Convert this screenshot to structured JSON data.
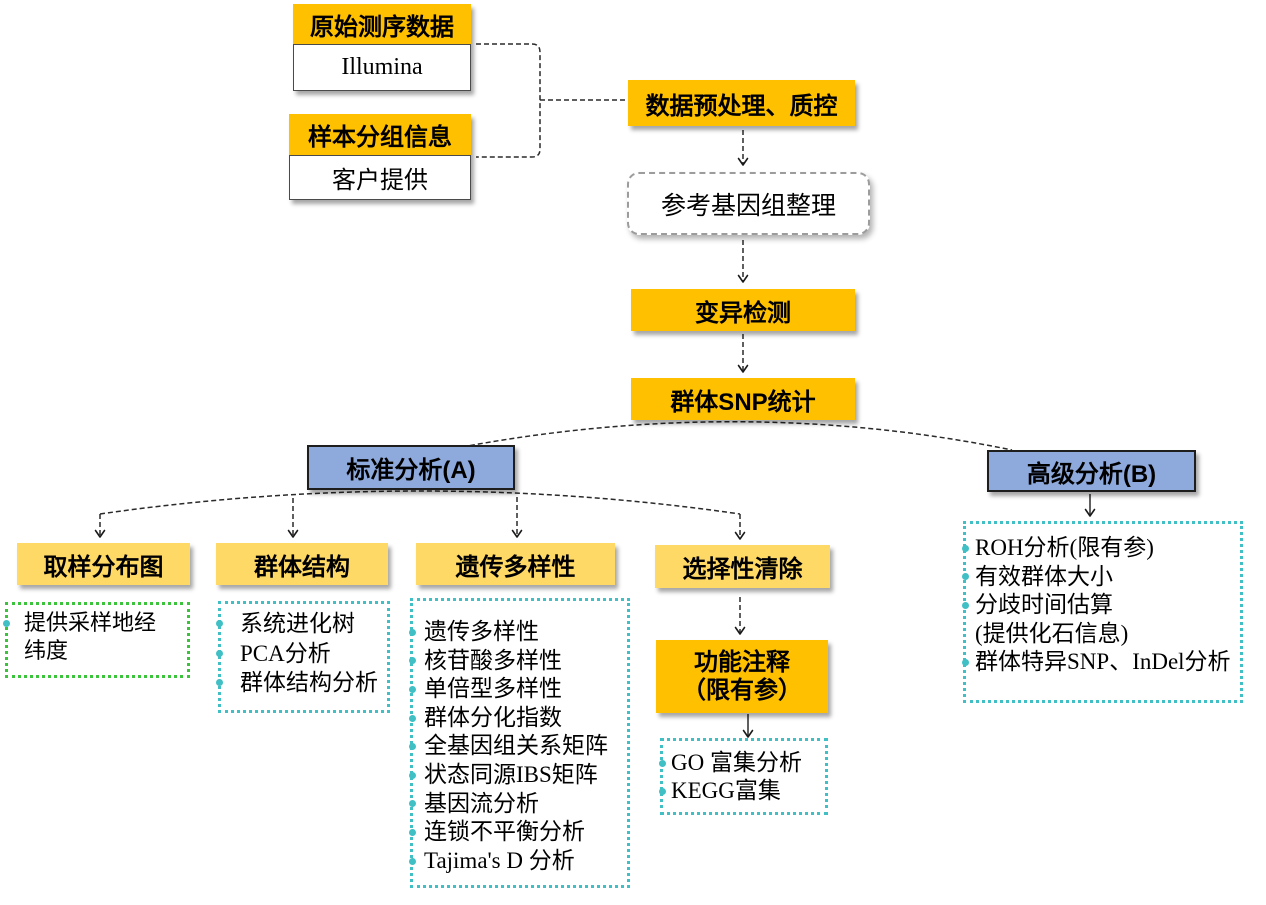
{
  "colors": {
    "orange": "#FFC000",
    "yellow": "#FFD966",
    "blue": "#8EA9DB",
    "teal": "#40BFC4",
    "green": "#3BC33B"
  },
  "inputs": {
    "raw_data": {
      "title": "原始测序数据",
      "body": "Illumina"
    },
    "sample_groups": {
      "title": "样本分组信息",
      "body": "客户提供"
    }
  },
  "pipeline": {
    "preprocess": "数据预处理、质控",
    "reference": "参考基因组整理",
    "variant_calling": "变异检测",
    "snp_stats": "群体SNP统计"
  },
  "standard": {
    "title": "标准分析(A)",
    "sampling_map": {
      "title": "取样分布图",
      "items": [
        "提供采样地经纬度"
      ]
    },
    "population_structure": {
      "title": "群体结构",
      "items": [
        "系统进化树",
        "PCA分析",
        "群体结构分析"
      ]
    },
    "genetic_diversity": {
      "title": "遗传多样性",
      "items": [
        "遗传多样性",
        "核苷酸多样性",
        "单倍型多样性",
        "群体分化指数",
        "全基因组关系矩阵",
        "状态同源IBS矩阵",
        "基因流分析",
        "连锁不平衡分析",
        "Tajima's D 分析"
      ]
    },
    "selective_sweep": {
      "title": "选择性清除",
      "annotation": {
        "title": "功能注释",
        "subtitle": "（限有参）",
        "items": [
          "GO 富集分析",
          "KEGG富集"
        ]
      }
    }
  },
  "advanced": {
    "title": "高级分析(B)",
    "items": [
      {
        "text": "ROH分析(限有参)"
      },
      {
        "text": "有效群体大小"
      },
      {
        "text": "分歧时间估算",
        "note": "(提供化石信息)"
      },
      {
        "text": "群体特异SNP、InDel分析"
      }
    ]
  }
}
